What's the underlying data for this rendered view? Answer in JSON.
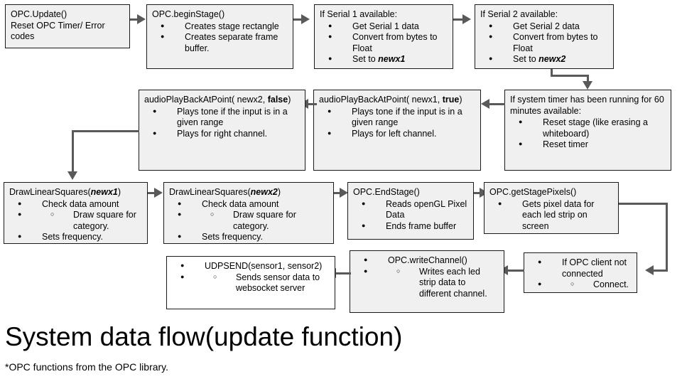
{
  "diagram": {
    "title": "System data flow(update function)",
    "footnote": "*OPC functions from the OPC library.",
    "accent_color": "#595959",
    "node_fill": "#f0f0f0",
    "node_fill_alt": "#ffffff",
    "node_border": "#1a1a1a",
    "nodes": {
      "opc_update": {
        "header": "OPC.Update()\nReset OPC Timer/ Error codes",
        "items": []
      },
      "begin_stage": {
        "header": "OPC.beginStage()",
        "items": [
          "Creates stage rectangle",
          "Creates separate frame buffer."
        ]
      },
      "serial1": {
        "header": "If Serial 1 available:",
        "items": [
          "Get Serial 1 data",
          "Convert from bytes to Float",
          "Set to newx1"
        ],
        "emphasis": "newx1"
      },
      "serial2": {
        "header": "If Serial 2 available:",
        "items": [
          "Get Serial 2 data",
          "Convert from bytes to Float",
          "Set to newx2"
        ],
        "emphasis": "newx2"
      },
      "timer": {
        "header": "If system timer has been running for 60 minutes available:",
        "items": [
          "Reset stage (like erasing a whiteboard)",
          "Reset timer"
        ]
      },
      "audio_left": {
        "header": "audioPlayBackAtPoint( newx1, true)",
        "bold_token": "true",
        "items": [
          "Plays tone if the input is in a given range",
          "Plays for left channel."
        ]
      },
      "audio_right": {
        "header": "audioPlayBackAtPoint( newx2, false)",
        "bold_token": "false",
        "items": [
          "Plays tone if the input is in a given range",
          "Plays for right channel."
        ]
      },
      "draw_newx1": {
        "header": "DrawLinearSquares(newx1)",
        "emphasis": "newx1",
        "items": [
          "Check data amount",
          "Sets frequency."
        ],
        "sub_item": "Draw square for category."
      },
      "draw_newx2": {
        "header": "DrawLinearSquares(newx2)",
        "emphasis": "newx2",
        "items": [
          "Check data amount",
          "Sets frequency."
        ],
        "sub_item": "Draw square for category."
      },
      "end_stage": {
        "header": "OPC.EndStage()",
        "items": [
          "Reads openGL Pixel Data",
          "Ends frame buffer"
        ]
      },
      "get_stage_pixels": {
        "header": "OPC.getStagePixels()",
        "items": [
          "Gets pixel data for each led strip on screen"
        ]
      },
      "opc_client": {
        "item": "If OPC client not connected",
        "sub_item": "Connect."
      },
      "write_channel": {
        "item": "OPC.writeChannel()",
        "sub_item": "Writes each led strip data to different channel."
      },
      "udpsend": {
        "item": "UDPSEND(sensor1, sensor2)",
        "sub_item": "Sends sensor data to websocket server"
      }
    }
  }
}
